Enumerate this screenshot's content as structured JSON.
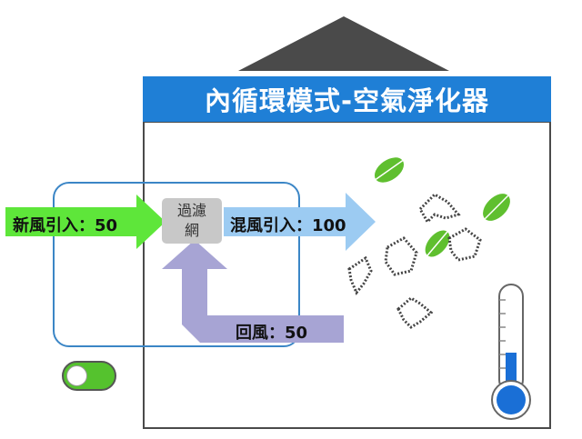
{
  "title": "內循環模式-空氣淨化器",
  "flows": {
    "fresh_air": "新風引入：50",
    "mixed_air": "混風引入：100",
    "return_air": "回風：50"
  },
  "filter": {
    "line1": "過濾",
    "line2": "網"
  },
  "toggle": {
    "state": "on"
  },
  "colors": {
    "roof": "#4a4a4a",
    "banner": "#1f7fd6",
    "fresh_arrow": "#5ee63a",
    "mixed_arrow": "#9ccbf2",
    "return_arrow": "#a7a4d4",
    "loop_box": "#3b86c6",
    "leaf": "#5fbf2f",
    "thermometer_fill": "#1a6fd6"
  },
  "icons": [
    "leaf-icon",
    "dust-particle-icon",
    "thermometer-icon",
    "toggle-switch"
  ]
}
